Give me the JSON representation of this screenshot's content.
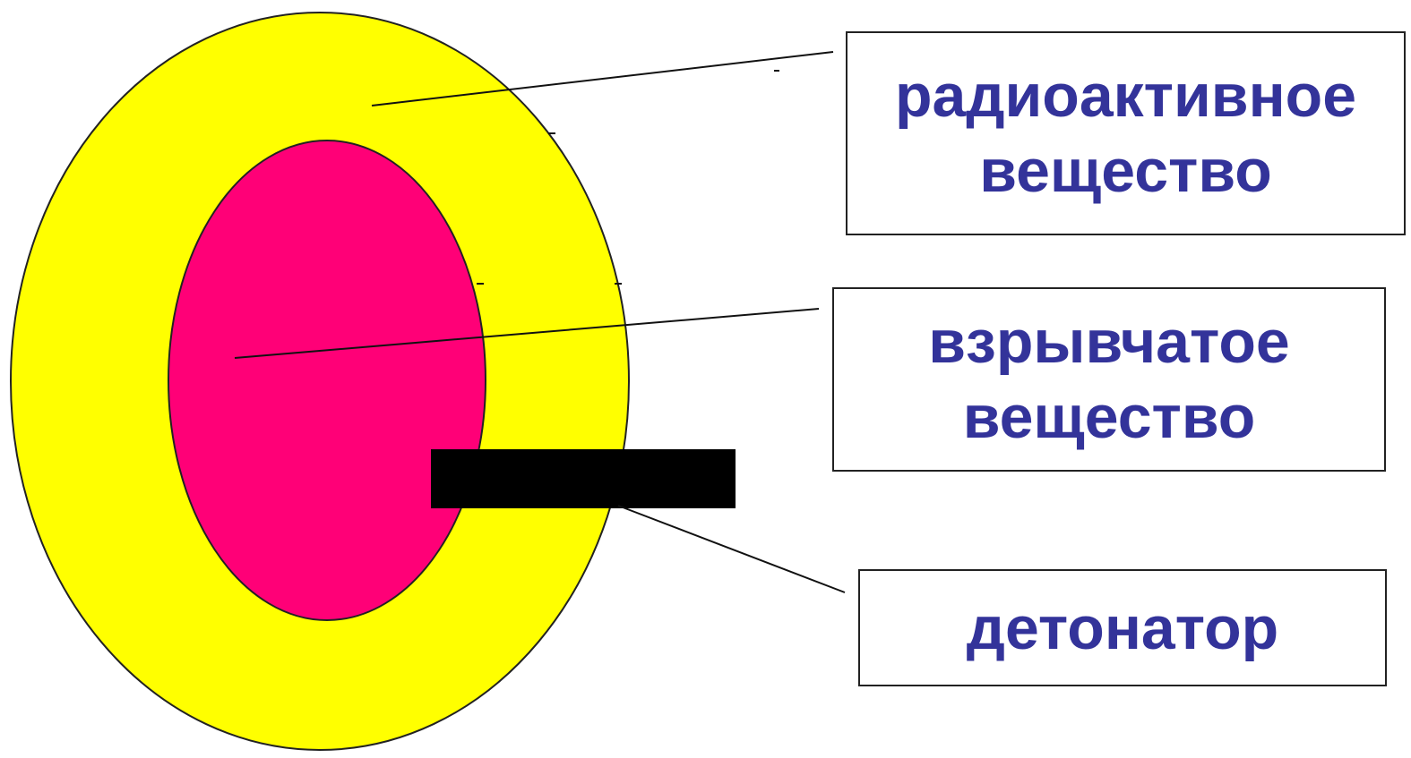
{
  "colors": {
    "outer_layer": "#ffff00",
    "inner_core": "#ff0077",
    "detonator": "#000000",
    "label_text": "#33339a",
    "outline": "#222222"
  },
  "labels": {
    "radioactive": {
      "line1": "радиоактивное",
      "line2": "вещество"
    },
    "explosive": {
      "line1": "взрывчатое",
      "line2": "вещество"
    },
    "detonator": {
      "line1": "детонатор"
    }
  }
}
